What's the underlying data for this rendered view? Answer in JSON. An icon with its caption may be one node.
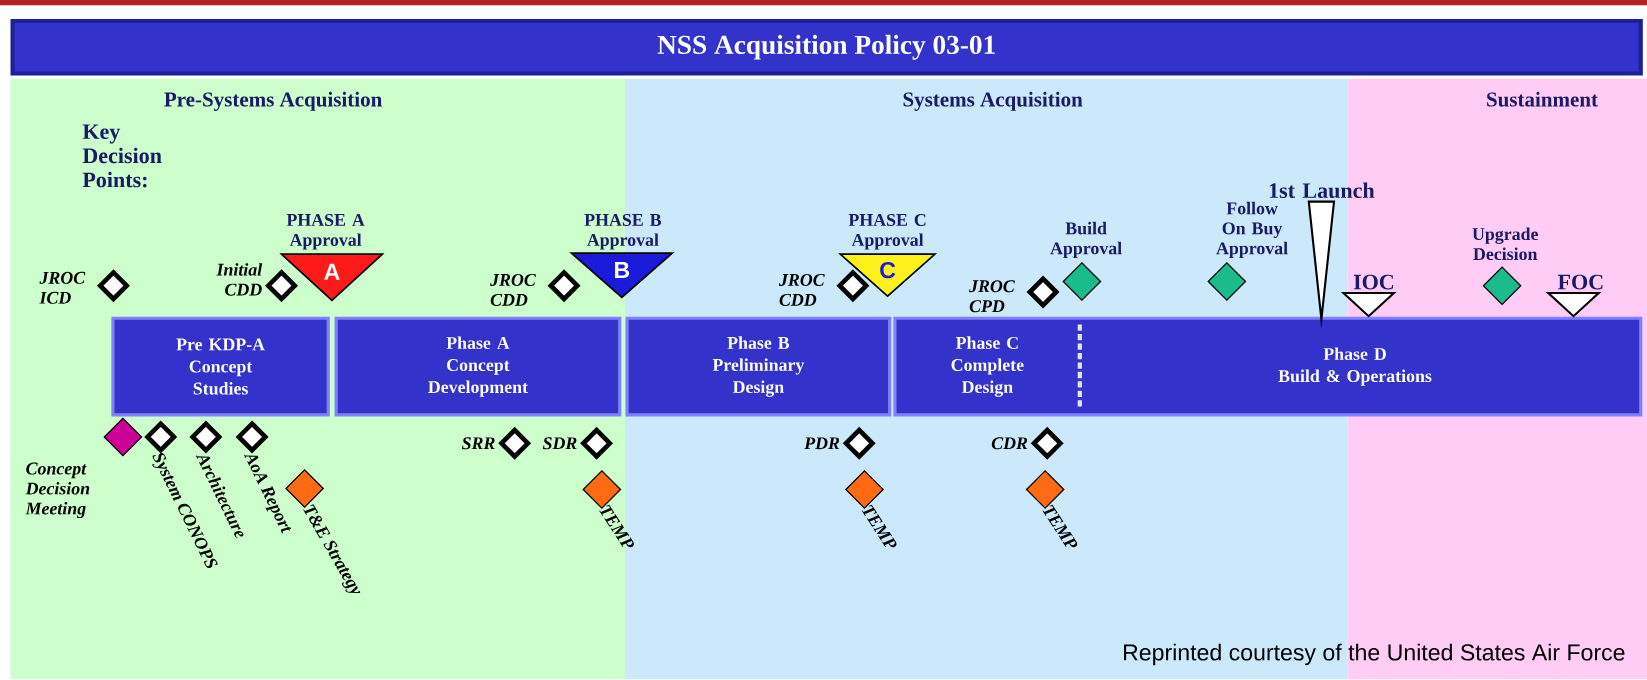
{
  "diagram": {
    "nodes": [
      {
        "text": [
          "NSS Acquisition Policy 03-01"
        ]
      },
      {
        "text": [
          "Pre-Systems Acquisition"
        ]
      },
      {
        "text": [
          "Systems Acquisition"
        ]
      },
      {
        "text": [
          "Sustainment"
        ]
      },
      {
        "text": [
          "Pre KDP-A Concept Studies"
        ],
        "in": 1
      },
      {
        "text": [
          "Phase A Concept Development"
        ],
        "in": 1
      },
      {
        "text": [
          "Phase B Preliminary Design"
        ],
        "in": 2
      },
      {
        "text": [],
        "shape": "box"
      },
      {
        "text": [
          "Phase C Complete Design"
        ]
      },
      {
        "text": [
          "Phase D",
          "Build & Operations"
        ],
        "in": 7
      },
      {
        "text": [],
        "shape": "diamond",
        "beside": [
          "JROC ICD"
        ],
        "in": 1
      },
      {
        "text": [],
        "shape": "diamond",
        "beside": [
          "Initial CDD"
        ],
        "in": 1
      },
      {
        "text": [
          "A"
        ],
        "beside": [
          "PHASE A Approval"
        ],
        "in": 1
      },
      {
        "text": [],
        "shape": "diamond",
        "beside": [
          "JROC CDD"
        ],
        "in": 1
      },
      {
        "text": [
          "B"
        ],
        "beside": [
          "PHASE B Approval"
        ]
      },
      {
        "text": [],
        "shape": "diamond",
        "beside": [
          "JROC CDD"
        ],
        "in": 2
      },
      {
        "text": [
          "C"
        ],
        "beside": [
          "PHASE C Approval"
        ],
        "in": 2
      },
      {
        "text": [],
        "shape": "diamond",
        "beside": [
          "JROC CPD"
        ],
        "in": 2
      },
      {
        "text": [],
        "shape": "diamond",
        "beside": [
          "Build Approval"
        ],
        "in": 2
      },
      {
        "text": [],
        "shape": "diamond",
        "beside": [
          "Follow On Buy Approval"
        ],
        "in": 2
      },
      {
        "text": [],
        "shape": "triangle",
        "beside": [
          "1st Launch"
        ],
        "in": 2
      },
      {
        "text": [],
        "shape": "triangle",
        "beside": [
          "IOC"
        ],
        "in": 3
      },
      {
        "text": [],
        "shape": "diamond",
        "beside": [
          "Upgrade Decision"
        ],
        "in": 3
      },
      {
        "text": [],
        "shape": "triangle",
        "beside": [
          "FOC"
        ],
        "in": 3
      },
      {
        "text": [],
        "shape": "diamond",
        "beside": [
          "Concept Decision Meeting"
        ],
        "in": 1
      },
      {
        "text": [],
        "shape": "diamond",
        "beside": [
          "System CONOPS"
        ],
        "in": 1
      },
      {
        "text": [],
        "shape": "diamond",
        "beside": [
          "Architecture"
        ],
        "in": 1
      },
      {
        "text": [],
        "shape": "diamond",
        "beside": [
          "AoA Report"
        ],
        "in": 1
      },
      {
        "text": [],
        "shape": "diamond",
        "beside": [
          "T&E Strategy"
        ],
        "in": 1
      },
      {
        "text": [],
        "shape": "diamond",
        "beside": [
          "SRR"
        ],
        "in": 1
      },
      {
        "text": [],
        "shape": "diamond",
        "beside": [
          "SDR"
        ],
        "in": 1
      },
      {
        "text": [],
        "shape": "diamond",
        "beside": [
          "TEMP"
        ],
        "in": 1
      },
      {
        "text": [],
        "shape": "diamond",
        "beside": [
          "PDR"
        ],
        "in": 2
      },
      {
        "text": [],
        "shape": "diamond",
        "beside": [
          "TEMP"
        ],
        "in": 2
      },
      {
        "text": [],
        "shape": "diamond",
        "beside": [
          "CDR"
        ],
        "in": 2
      },
      {
        "text": [],
        "shape": "diamond",
        "beside": [
          "TEMP"
        ],
        "in": 2
      }
    ],
    "labels": [
      "Key Decision Points:",
      "Reprinted courtesy of the United States Air Force"
    ]
  }
}
